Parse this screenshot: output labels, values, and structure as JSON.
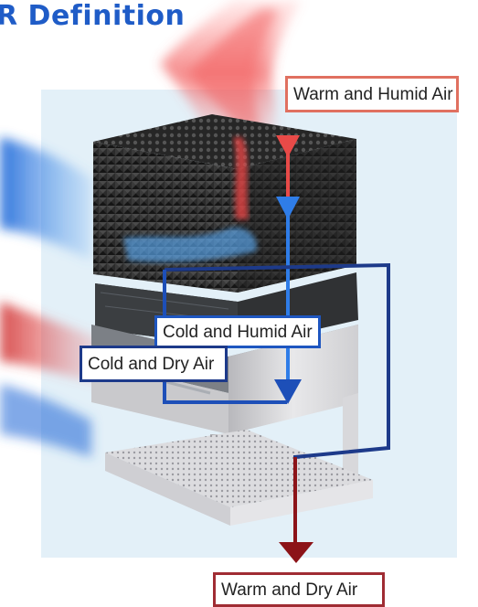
{
  "title": "R Definition",
  "labels": {
    "warm_humid": "Warm and Humid Air",
    "cold_humid": "Cold and Humid Air",
    "cold_dry": "Cold and Dry Air",
    "warm_dry": "Warm and Dry Air"
  },
  "colors": {
    "title": "#1f5cc7",
    "warm_humid_border": "#e07060",
    "cold_humid_border": "#1e56c0",
    "cold_dry_border": "#1d3a8a",
    "warm_dry_border": "#a02c33",
    "warm_stream": "#f04848",
    "cold_stream": "#2f7de8",
    "outlet_arrow": "#8c1318",
    "loop_line": "#1d4fb8",
    "background_panel": "#e3f0f8"
  }
}
